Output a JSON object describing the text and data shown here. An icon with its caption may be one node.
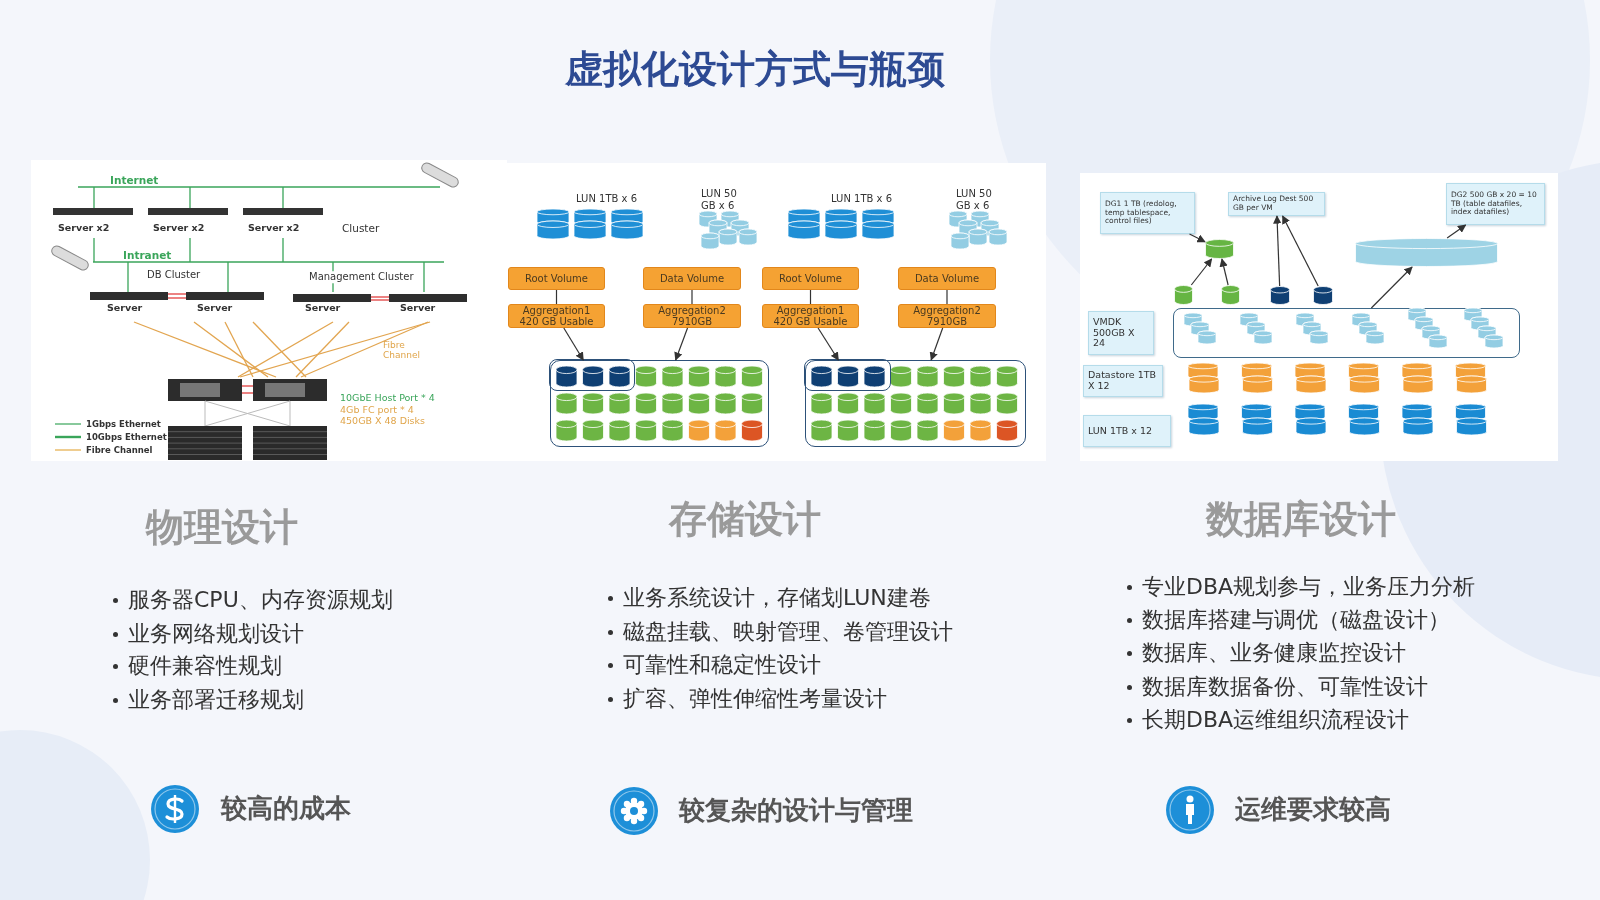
{
  "diagram": {
    "title": "虚拟化设计方式与瓶颈",
    "nodes": [
      {
        "text": [
          "Root Volume"
        ]
      },
      {
        "text": [
          "Aggregation1 420 GB Usable"
        ]
      },
      {
        "text": [
          "Data Volume"
        ]
      },
      {
        "text": [
          "Aggregation2 7910GB"
        ]
      },
      {
        "text": [
          "Root Volume"
        ]
      },
      {
        "text": [
          "Aggregation1 420 GB Usable"
        ]
      },
      {
        "text": [
          "Data Volume"
        ]
      },
      {
        "text": [
          "Aggregation2 7910GB"
        ]
      },
      {
        "text": [],
        "shape": "box"
      },
      {
        "text": [],
        "shape": "box",
        "in": 8
      },
      {
        "text": [],
        "shape": "box"
      },
      {
        "text": [],
        "shape": "box",
        "in": 10
      },
      {
        "text": [
          "DG1 1 TB (redolog, temp tablespace, control files)"
        ]
      },
      {
        "text": [
          "Archive Log Dest 500 GB per VM"
        ]
      },
      {
        "text": [
          "DG2 500 GB x 20 = 10 TB (table datafiles, index datafiles)"
        ]
      },
      {
        "text": [],
        "shape": "cylinder"
      },
      {
        "text": [],
        "shape": "cylinder"
      },
      {
        "text": [],
        "shape": "cylinder"
      },
      {
        "text": [],
        "shape": "cylinder"
      },
      {
        "text": [],
        "shape": "cylinder"
      },
      {
        "text": [],
        "shape": "cylinder"
      },
      {
        "text": [
          "VMDK 500GB X 24"
        ]
      },
      {
        "text": [],
        "shape": "box"
      },
      {
        "text": [
          "Datastore 1TB X 12"
        ]
      },
      {
        "text": [
          "LUN 1TB x 12"
        ]
      }
    ],
    "edges": [
      {
        "from": 0,
        "to": 1,
        "arrow": "none"
      },
      {
        "from": 2,
        "to": 3,
        "arrow": "none"
      },
      {
        "from": 4,
        "to": 5,
        "arrow": "none"
      },
      {
        "from": 6,
        "to": 7,
        "arrow": "none"
      },
      {
        "from": 1,
        "to": 9,
        "arrow": "to"
      },
      {
        "from": 3,
        "to": 8,
        "arrow": "to"
      },
      {
        "from": 5,
        "to": 11,
        "arrow": "to"
      },
      {
        "from": 7,
        "to": 10,
        "arrow": "to"
      },
      {
        "from": 12,
        "to": 15,
        "arrow": "to"
      },
      {
        "from": 17,
        "to": 15,
        "arrow": "to"
      },
      {
        "from": 18,
        "to": 15,
        "arrow": "to"
      },
      {
        "from": 19,
        "to": 13,
        "arrow": "to"
      },
      {
        "from": 20,
        "to": 13,
        "arrow": "to"
      },
      {
        "from": 22,
        "to": 16,
        "arrow": "to"
      },
      {
        "from": 16,
        "to": 14,
        "arrow": "to"
      }
    ],
    "labels": [
      "Internet",
      "Server x2",
      "Server x2",
      "Server x2",
      "Cluster",
      "Intranet",
      "DB Cluster",
      "Management Cluster",
      "Server",
      "Server",
      "Server",
      "Server",
      "Fibre Channel",
      "10GbE Host Port * 4",
      "4Gb FC port * 4",
      "450GB X 48 Disks",
      "LUN 1TB x 6",
      "LUN 50 GB x 6",
      "LUN 1TB x 6",
      "LUN 50 GB x 6",
      "物理设计",
      "存储设计",
      "数据库设计",
      "服务器CPU、内存资源规划",
      "业务网络规划设计",
      "硬件兼容性规划",
      "业务部署迁移规划",
      "业务系统设计，存储划LUN建卷",
      "磁盘挂载、映射管理、卷管理设计",
      "可靠性和稳定性设计",
      "扩容、弹性伸缩性考量设计",
      "专业DBA规划参与，业务压力分析",
      "数据库搭建与调优（磁盘设计）",
      "数据库、业务健康监控设计",
      "数据库数据备份、可靠性设计",
      "长期DBA运维组织流程设计",
      "较高的成本",
      "较复杂的设计与管理",
      "运维要求较高"
    ],
    "legend": [
      {
        "text": "1Gbps Ethernet"
      },
      {
        "text": "10Gbps Ethernet"
      },
      {
        "text": "Fibre Channel"
      }
    ]
  }
}
